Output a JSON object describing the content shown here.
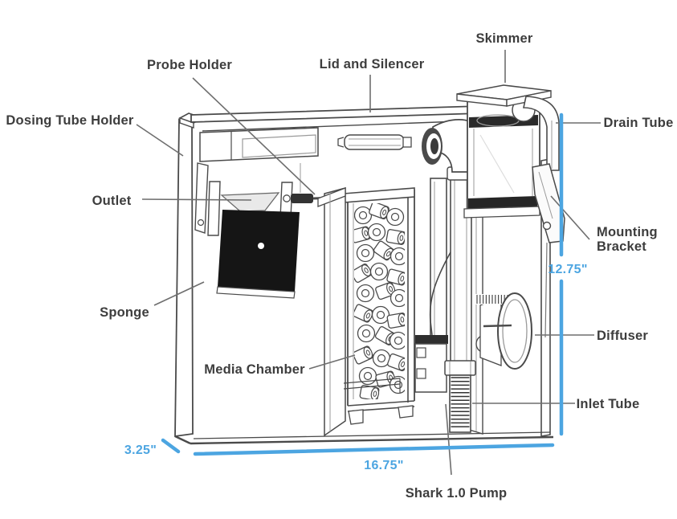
{
  "diagram": {
    "labels": {
      "skimmer": "Skimmer",
      "lid_and_silencer": "Lid and Silencer",
      "probe_holder": "Probe Holder",
      "dosing_tube_holder": "Dosing Tube Holder",
      "drain_tube": "Drain Tube",
      "outlet": "Outlet",
      "mounting_bracket_line1": "Mounting",
      "mounting_bracket_line2": "Bracket",
      "sponge": "Sponge",
      "diffuser": "Diffuser",
      "media_chamber": "Media Chamber",
      "inlet_tube": "Inlet Tube",
      "shark_pump": "Shark 1.0 Pump"
    },
    "dimensions": {
      "height": "12.75\"",
      "width": "16.75\"",
      "depth": "3.25\""
    },
    "colors": {
      "dimension_blue": "#4CA5E1",
      "label_ink": "#3d3d3d",
      "line_ink": "#4a4a4a",
      "sponge_black": "#151515"
    }
  }
}
